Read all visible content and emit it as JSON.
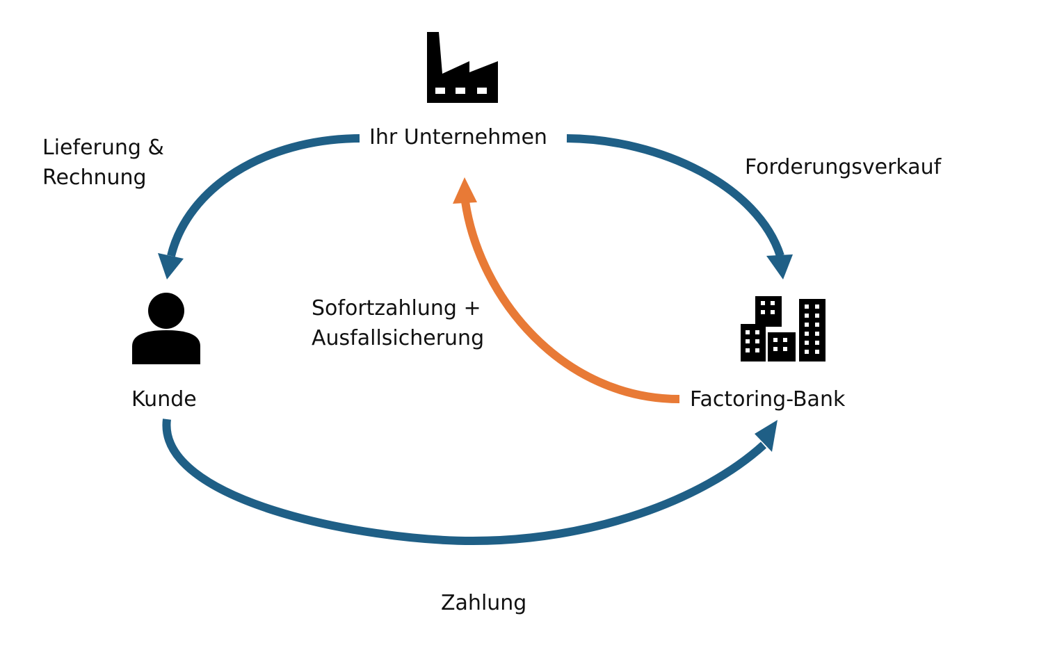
{
  "nodes": {
    "company": {
      "label": "Ihr Unternehmen",
      "icon": "factory-icon"
    },
    "customer": {
      "label": "Kunde",
      "icon": "person-icon"
    },
    "bank": {
      "label": "Factoring-Bank",
      "icon": "office-buildings-icon"
    }
  },
  "edges": {
    "delivery": {
      "line1": "Lieferung &",
      "line2": "Rechnung",
      "from": "company",
      "to": "customer"
    },
    "sale": {
      "label": "Forderungsverkauf",
      "from": "company",
      "to": "bank"
    },
    "immediate": {
      "line1": "Sofortzahlung +",
      "line2": "Ausfallsicherung",
      "from": "bank",
      "to": "company"
    },
    "payment": {
      "label": "Zahlung",
      "from": "customer",
      "to": "bank"
    }
  },
  "colors": {
    "flow_blue": "#1f5f86",
    "flow_orange": "#e87a36",
    "icon": "#000000",
    "text": "#111111",
    "background": "#ffffff"
  }
}
